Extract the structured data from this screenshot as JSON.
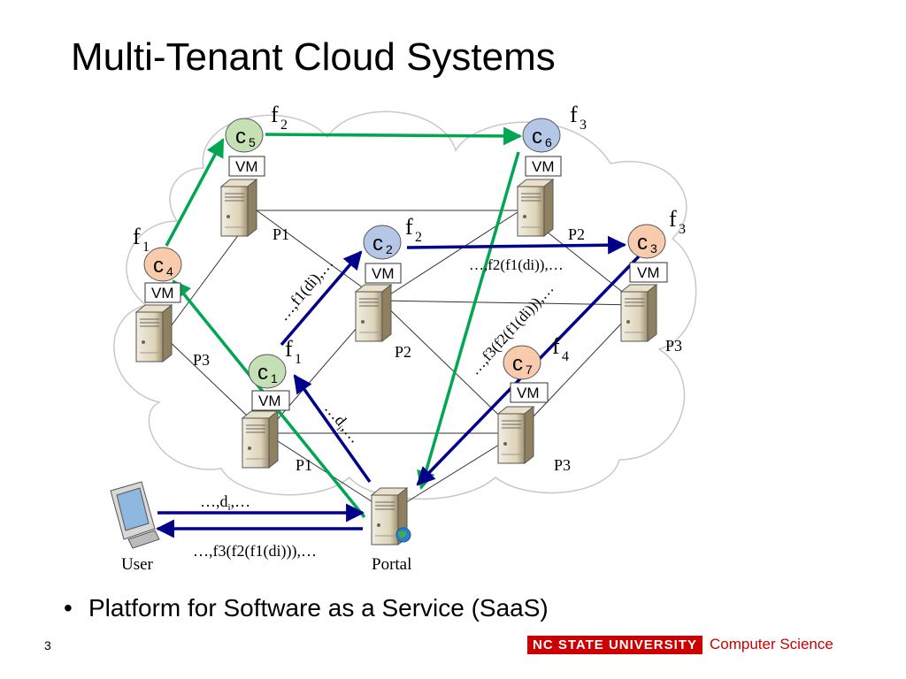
{
  "title": "Multi-Tenant Cloud Systems",
  "bullet": "Platform for Software as a Service (SaaS)",
  "slide_number": "3",
  "footer": {
    "logo_text": "NC STATE UNIVERSITY",
    "department": "Computer Science"
  },
  "colors": {
    "green_arrow": "#00a651",
    "blue_arrow": "#00008b",
    "brand_red": "#cc0000"
  },
  "nodes": [
    {
      "id": "c5",
      "label": "c",
      "sub": "5",
      "func": "f",
      "func_sub": "2",
      "vm": "VM",
      "server": "P1",
      "color": "#c5e0b4"
    },
    {
      "id": "c6",
      "label": "c",
      "sub": "6",
      "func": "f",
      "func_sub": "3",
      "vm": "VM",
      "server": "P2",
      "color": "#b4c7e7"
    },
    {
      "id": "c4",
      "label": "c",
      "sub": "4",
      "func": "f",
      "func_sub": "1",
      "vm": "VM",
      "server": "P3",
      "color": "#f8cbad"
    },
    {
      "id": "c2",
      "label": "c",
      "sub": "2",
      "func": "f",
      "func_sub": "2",
      "vm": "VM",
      "server": "P2",
      "color": "#b4c7e7"
    },
    {
      "id": "c3",
      "label": "c",
      "sub": "3",
      "func": "f",
      "func_sub": "3",
      "vm": "VM",
      "server": "P3",
      "color": "#f8cbad"
    },
    {
      "id": "c1",
      "label": "c",
      "sub": "1",
      "func": "f",
      "func_sub": "1",
      "vm": "VM",
      "server": "P1",
      "color": "#c5e0b4"
    },
    {
      "id": "c7",
      "label": "c",
      "sub": "7",
      "func": "f",
      "func_sub": "4",
      "vm": "VM",
      "server": "P3",
      "color": "#f8cbad"
    }
  ],
  "user_label": "User",
  "portal_label": "Portal",
  "flow_labels": {
    "user_to_portal": "…,d",
    "user_to_portal_sub": "i",
    "user_to_portal_tail": ",…",
    "portal_to_user": "…,f3(f2(f1(di))),…",
    "portal_to_c1": "…d",
    "portal_to_c1_sub": "i",
    "portal_to_c1_tail": ",…",
    "c1_to_c2": "…,f1(di),…",
    "c2_to_c3": "…,f2(f1(di)),…",
    "c3_to_portal": "…,f3(f2(f1(di))),…"
  }
}
